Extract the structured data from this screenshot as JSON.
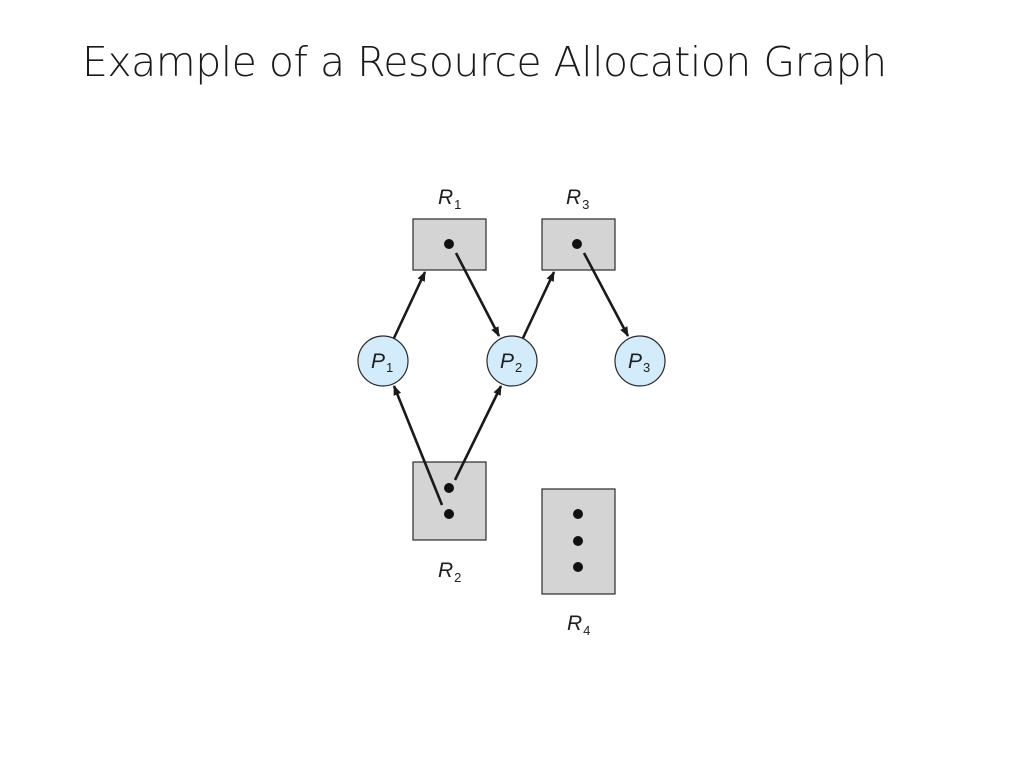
{
  "title": "Example of a Resource Allocation Graph",
  "processes": [
    {
      "id": "P1",
      "letter": "P",
      "sub": "1"
    },
    {
      "id": "P2",
      "letter": "P",
      "sub": "2"
    },
    {
      "id": "P3",
      "letter": "P",
      "sub": "3"
    }
  ],
  "resources": [
    {
      "id": "R1",
      "letter": "R",
      "sub": "1",
      "instances": 1
    },
    {
      "id": "R2",
      "letter": "R",
      "sub": "2",
      "instances": 2
    },
    {
      "id": "R3",
      "letter": "R",
      "sub": "3",
      "instances": 1
    },
    {
      "id": "R4",
      "letter": "R",
      "sub": "4",
      "instances": 3
    }
  ],
  "edges": [
    {
      "from": "P1",
      "to": "R1",
      "kind": "request"
    },
    {
      "from": "R1",
      "to": "P2",
      "kind": "assignment"
    },
    {
      "from": "P2",
      "to": "R3",
      "kind": "request"
    },
    {
      "from": "R3",
      "to": "P3",
      "kind": "assignment"
    },
    {
      "from": "R2",
      "to": "P1",
      "kind": "assignment"
    },
    {
      "from": "R2",
      "to": "P2",
      "kind": "assignment"
    }
  ],
  "colors": {
    "process_fill": "#d3ecfb",
    "resource_fill": "#d4d4d4",
    "stroke": "#1a1a1a"
  }
}
